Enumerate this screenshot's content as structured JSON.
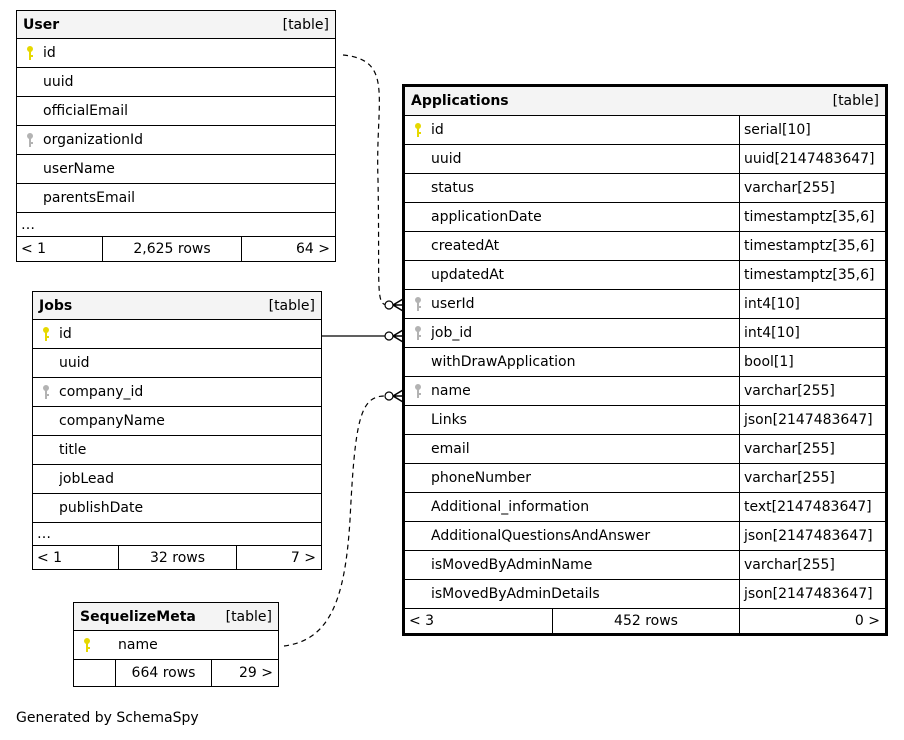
{
  "colors": {
    "pk_key": "#e6d800",
    "fk_key": "#b3b3b3",
    "header_bg": "#f4f4f4"
  },
  "tables": {
    "user": {
      "name": "User",
      "kind": "[table]",
      "columns": [
        {
          "name": "id",
          "key": "pk"
        },
        {
          "name": "uuid",
          "key": ""
        },
        {
          "name": "officialEmail",
          "key": ""
        },
        {
          "name": "organizationId",
          "key": "fk"
        },
        {
          "name": "userName",
          "key": ""
        },
        {
          "name": "parentsEmail",
          "key": ""
        }
      ],
      "more": "…",
      "footer": {
        "prev": "< 1",
        "rows": "2,625 rows",
        "next": "64 >"
      }
    },
    "jobs": {
      "name": "Jobs",
      "kind": "[table]",
      "columns": [
        {
          "name": "id",
          "key": "pk"
        },
        {
          "name": "uuid",
          "key": ""
        },
        {
          "name": "company_id",
          "key": "fk"
        },
        {
          "name": "companyName",
          "key": ""
        },
        {
          "name": "title",
          "key": ""
        },
        {
          "name": "jobLead",
          "key": ""
        },
        {
          "name": "publishDate",
          "key": ""
        }
      ],
      "more": "…",
      "footer": {
        "prev": "< 1",
        "rows": "32 rows",
        "next": "7 >"
      }
    },
    "sequelizeMeta": {
      "name": "SequelizeMeta",
      "kind": "[table]",
      "columns": [
        {
          "name": "name",
          "key": "pk"
        }
      ],
      "footer": {
        "prev": "",
        "rows": "664 rows",
        "next": "29 >"
      }
    },
    "applications": {
      "name": "Applications",
      "kind": "[table]",
      "columns": [
        {
          "name": "id",
          "type": "serial[10]",
          "key": "pk"
        },
        {
          "name": "uuid",
          "type": "uuid[2147483647]",
          "key": ""
        },
        {
          "name": "status",
          "type": "varchar[255]",
          "key": ""
        },
        {
          "name": "applicationDate",
          "type": "timestamptz[35,6]",
          "key": ""
        },
        {
          "name": "createdAt",
          "type": "timestamptz[35,6]",
          "key": ""
        },
        {
          "name": "updatedAt",
          "type": "timestamptz[35,6]",
          "key": ""
        },
        {
          "name": "userId",
          "type": "int4[10]",
          "key": "fk"
        },
        {
          "name": "job_id",
          "type": "int4[10]",
          "key": "fk"
        },
        {
          "name": "withDrawApplication",
          "type": "bool[1]",
          "key": ""
        },
        {
          "name": "name",
          "type": "varchar[255]",
          "key": "fk"
        },
        {
          "name": "Links",
          "type": "json[2147483647]",
          "key": ""
        },
        {
          "name": "email",
          "type": "varchar[255]",
          "key": ""
        },
        {
          "name": "phoneNumber",
          "type": "varchar[255]",
          "key": ""
        },
        {
          "name": "Additional_information",
          "type": "text[2147483647]",
          "key": ""
        },
        {
          "name": "AdditionalQuestionsAndAnswer",
          "type": "json[2147483647]",
          "key": ""
        },
        {
          "name": "isMovedByAdminName",
          "type": "varchar[255]",
          "key": ""
        },
        {
          "name": "isMovedByAdminDetails",
          "type": "json[2147483647]",
          "key": ""
        }
      ],
      "footer": {
        "prev": "< 3",
        "rows": "452 rows",
        "next": "0 >"
      }
    }
  },
  "relationships": [
    {
      "from": "user.id",
      "to": "applications.userId",
      "style": "dashed"
    },
    {
      "from": "jobs.id",
      "to": "applications.job_id",
      "style": "solid"
    },
    {
      "from": "sequelizeMeta.name",
      "to": "applications.name",
      "style": "dashed"
    }
  ],
  "generated_by": "Generated by SchemaSpy"
}
